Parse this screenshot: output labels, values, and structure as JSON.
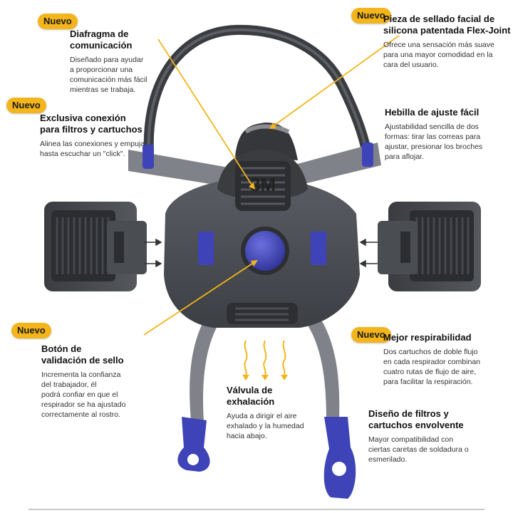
{
  "badge_label": "Nuevo",
  "colors": {
    "accent_yellow": "#f3b51b",
    "mask_body": "#4b4e53",
    "mask_dark": "#2d2f33",
    "accent_blue": "#3e43b8",
    "strap_gray": "#7f8288"
  },
  "callouts": {
    "diaphragm": {
      "title_line1": "Diafragma de",
      "title_line2": "comunicación",
      "body": [
        "Diseñado para ayudar",
        "a proporcionar una",
        "comunicación más fácil",
        "mientras se trabaja."
      ]
    },
    "seal": {
      "title_line1": "Pieza de sellado facial de",
      "title_line2": "silicona patentada Flex-Joint",
      "body": [
        "Ofrece una sensación más suave",
        "para una mayor comodidad en la",
        "cara del usuario."
      ]
    },
    "connection": {
      "title_line1": "Exclusiva conexión",
      "title_line2": "para filtros y cartuchos",
      "body": [
        "Alinea las conexiones y empuja",
        "hasta escuchar un \"click\"."
      ]
    },
    "buckle": {
      "title_line1": "Hebilla de ajuste fácil",
      "body": [
        "Ajustabilidad sencilla de dos",
        "formas: tirar las correas para",
        "ajustar, presionar los broches",
        "para aflojar."
      ]
    },
    "validation": {
      "title_line1": "Botón de",
      "title_line2": "validación de sello",
      "body": [
        "Incrementa la confianza",
        "del trabajador, él",
        "podrá confiar en que el",
        "respirador se ha ajustado",
        "correctamente al rostro."
      ]
    },
    "breathability": {
      "title_line1": "Mejor respirabilidad",
      "body": [
        "Dos cartuchos de doble flujo",
        "en cada respirador combinan",
        "cuatro rutas de flujo de aire,",
        "para facilitar la respiración."
      ]
    },
    "exhalation": {
      "title_line1": "Válvula de",
      "title_line2": "exhalación",
      "body": [
        "Ayuda a dirigir el aire",
        "exhalado y la humedad",
        "hacia abajo."
      ]
    },
    "design": {
      "title_line1": "Diseño de filtros y",
      "title_line2": "cartuchos envolvente",
      "body": [
        "Mayor compatibilidad con",
        "ciertas caretas de soldadura o",
        "esmerilado."
      ]
    }
  },
  "logo_text": "3M"
}
